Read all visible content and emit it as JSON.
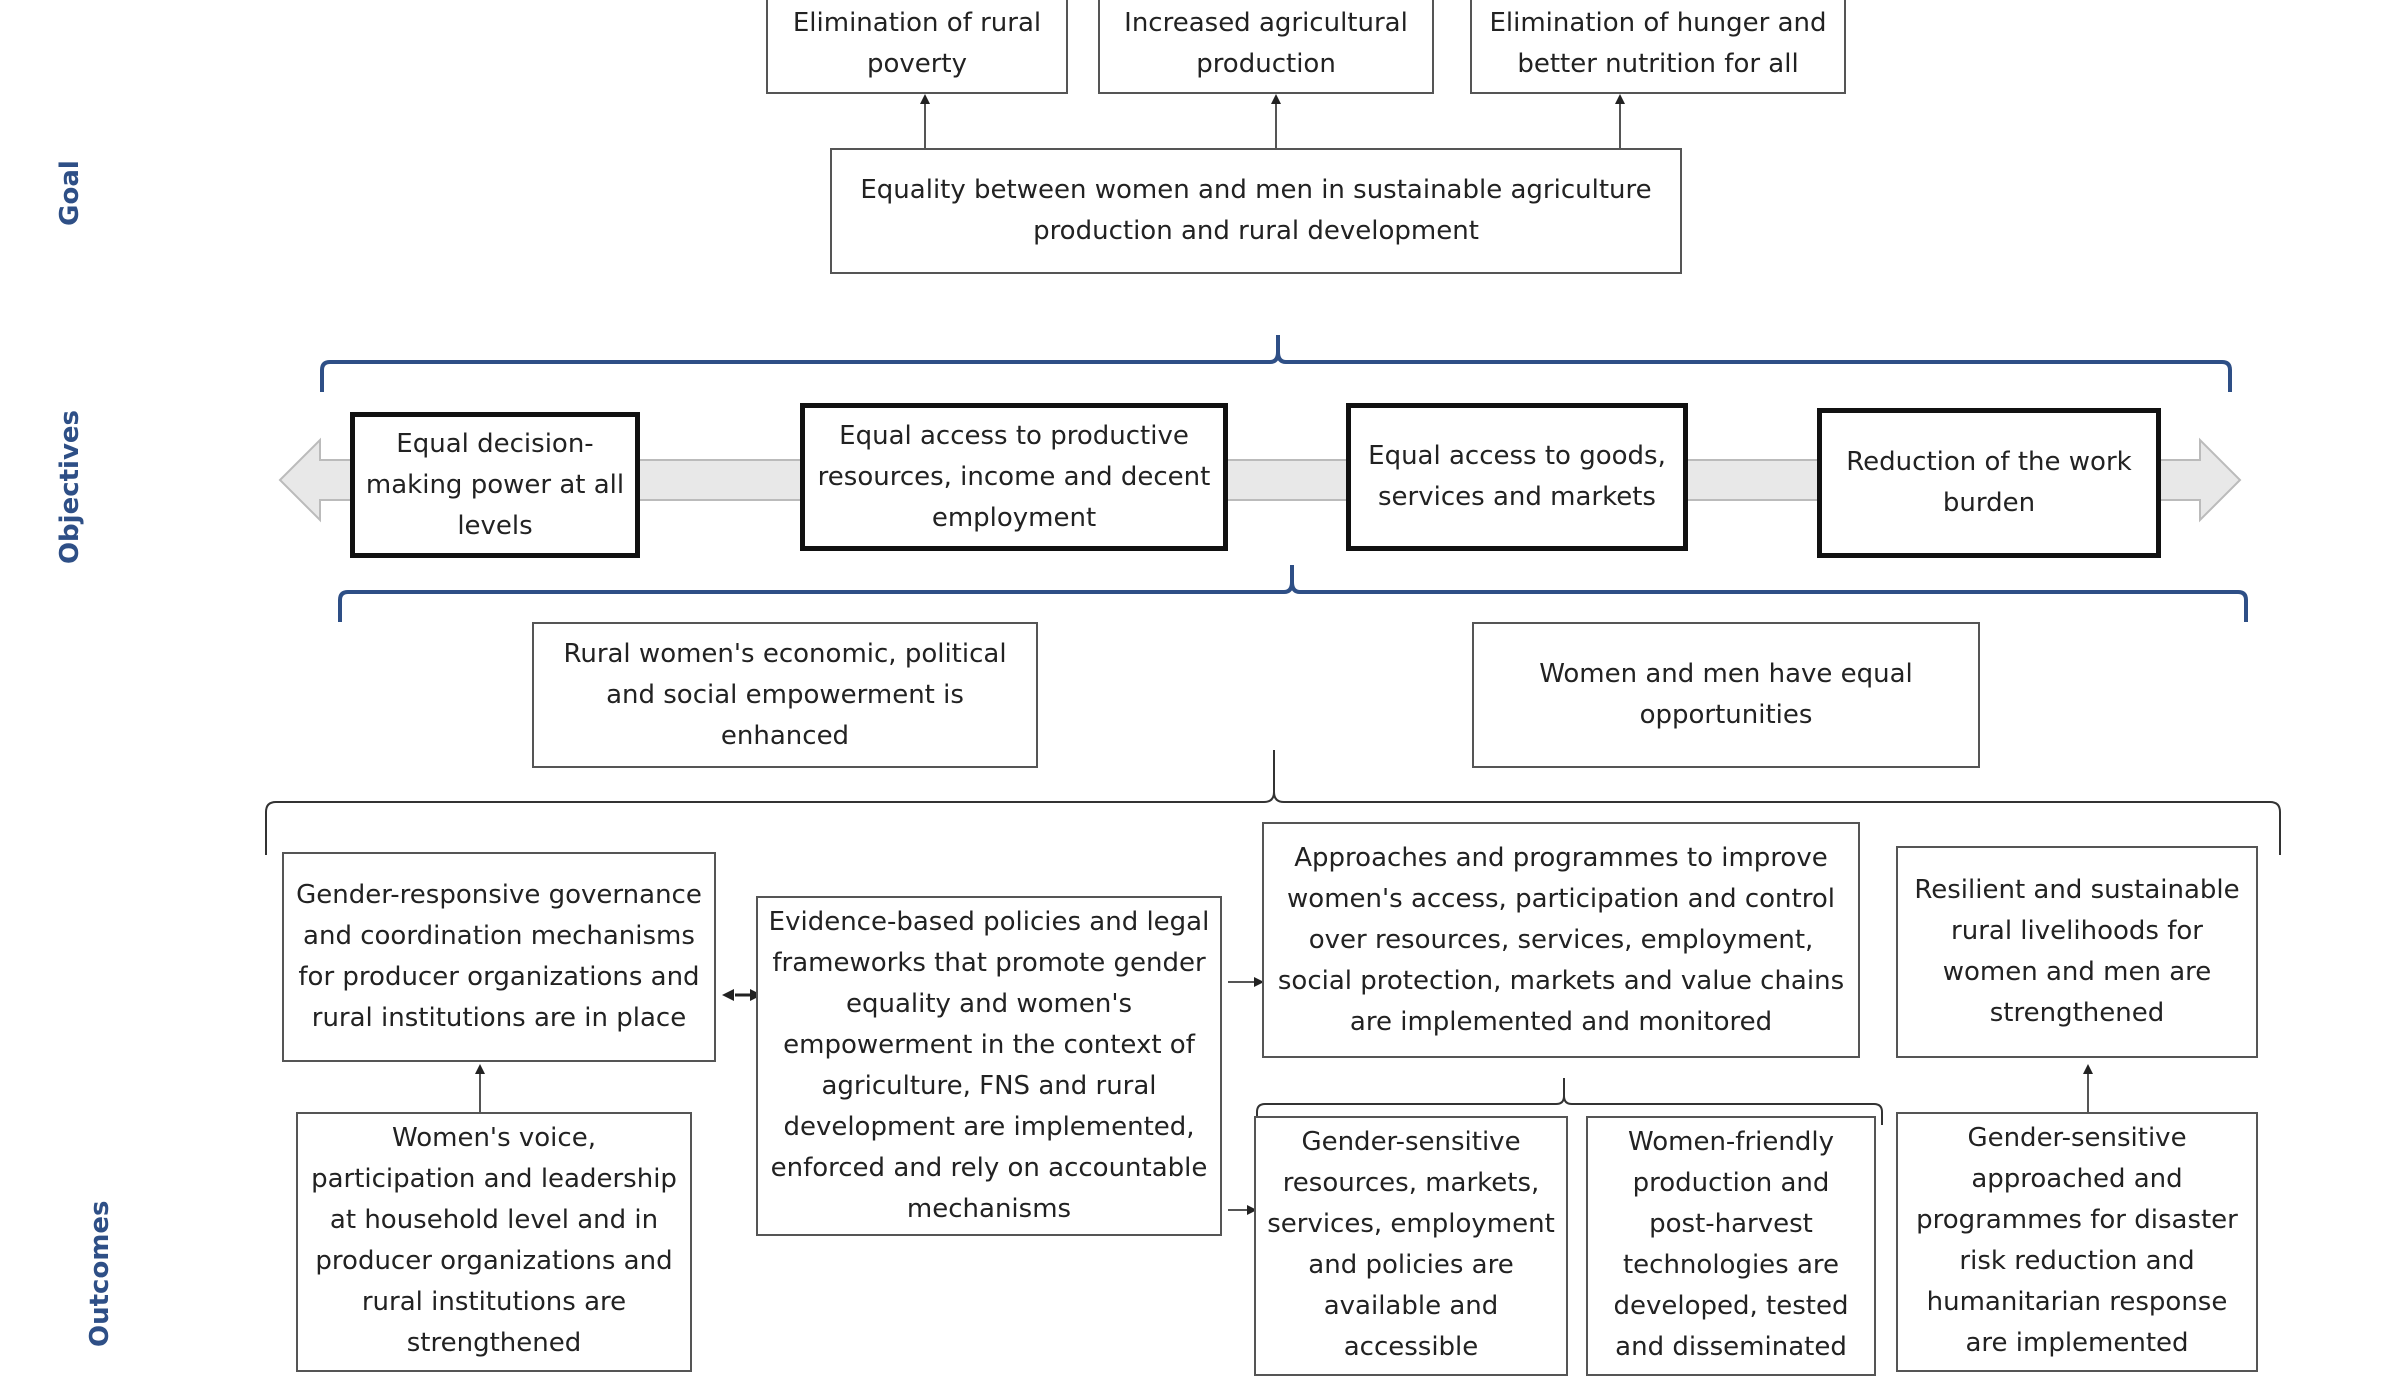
{
  "side_labels": {
    "goal": "Goal",
    "objectives": "Objectives",
    "outcomes": "Outcomes"
  },
  "goal": {
    "top_boxes": [
      "Elimination of rural poverty",
      "Increased agricultural production",
      "Elimination of hunger and better nutrition for all"
    ],
    "main": "Equality between women and men in sustainable agriculture production and rural development"
  },
  "objectives": [
    "Equal decision-making power at all levels",
    "Equal access to productive resources, income and decent employment",
    "Equal access to goods, services and markets",
    "Reduction of the work burden"
  ],
  "empowerment": {
    "left": "Rural women's economic, political and social empowerment is enhanced",
    "right": "Women and men have equal opportunities"
  },
  "outcomes": {
    "governance": "Gender-responsive governance and coordination mechanisms for producer organizations and rural institutions are in place",
    "policies": "Evidence-based policies and legal frameworks that promote gender equality and women's empowerment in the context of agriculture, FNS and rural development are implemented, enforced and rely on accountable mechanisms",
    "approaches": "Approaches and programmes to improve women's access, participation and control over resources, services, employment, social protection, markets and value chains are implemented and monitored",
    "livelihoods": "Resilient and sustainable rural livelihoods for women and men are strengthened",
    "voice": "Women's voice, participation and leadership at household level and in producer organizations and rural institutions are strengthened",
    "gender_sensitive_resources": "Gender-sensitive resources, markets, services, employment and policies are available and accessible",
    "women_friendly_tech": "Women-friendly production and post-harvest technologies are developed, tested and disseminated",
    "disaster": "Gender-sensitive approached and programmes for disaster risk reduction and humanitarian response are implemented"
  },
  "colors": {
    "brace_blue": "#2e4f86",
    "label_blue": "#2e4f86",
    "arrow_fill": "#e8e8e8"
  }
}
